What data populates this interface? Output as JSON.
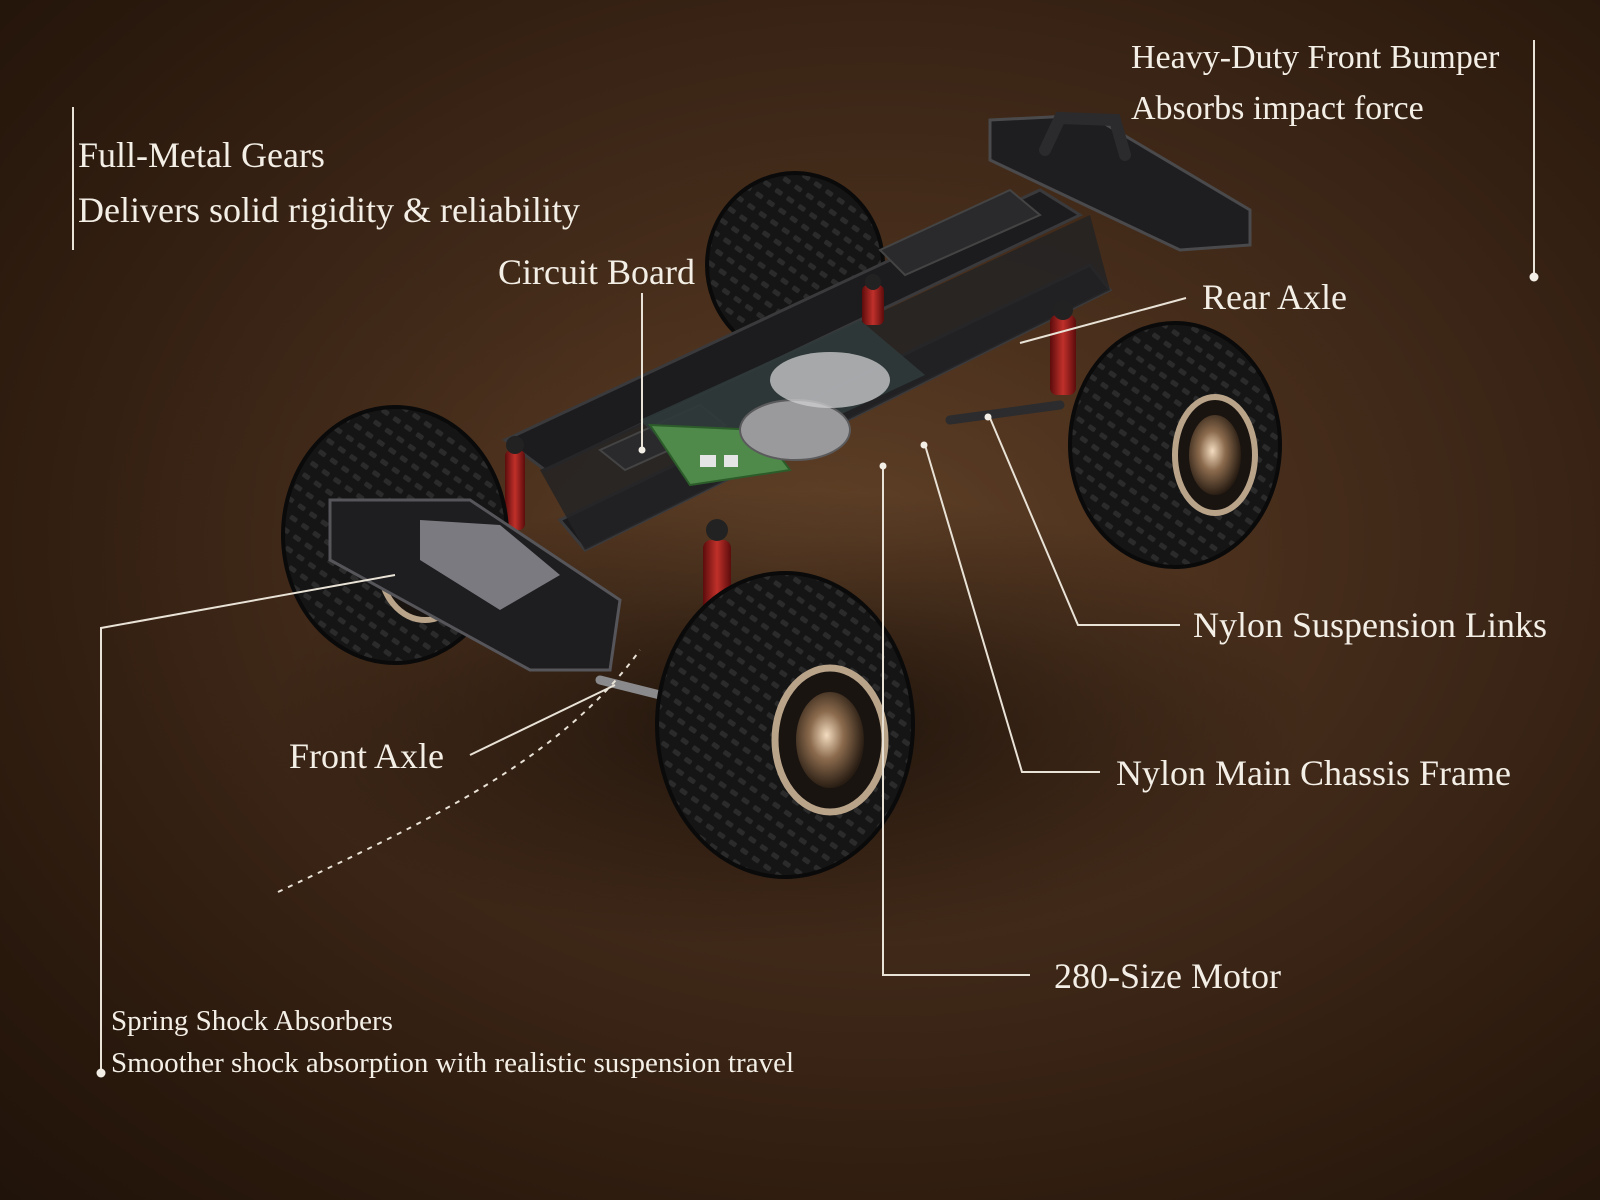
{
  "callouts": {
    "full_metal_gears": {
      "title": "Full-Metal Gears",
      "subtitle": "Delivers solid rigidity & reliability"
    },
    "front_bumper": {
      "title": "Heavy-Duty Front Bumper",
      "subtitle": "Absorbs impact force"
    },
    "circuit_board": {
      "title": "Circuit Board"
    },
    "rear_axle": {
      "title": "Rear Axle"
    },
    "suspension_links": {
      "title": "Nylon Suspension Links"
    },
    "front_axle": {
      "title": "Front Axle"
    },
    "chassis_frame": {
      "title": "Nylon Main Chassis Frame"
    },
    "motor": {
      "title": "280-Size Motor"
    },
    "shock_absorbers": {
      "title": "Spring Shock Absorbers",
      "subtitle": "Smoother shock absorption with realistic suspension travel"
    }
  },
  "colors": {
    "background": "#3f2818",
    "text": "#f4efe6",
    "leader_line": "#e9e2d6",
    "tire": "#141414",
    "frame": "#1c1c1e",
    "shock_spring": "#9e1b1b",
    "pcb": "#4f8a4a"
  }
}
